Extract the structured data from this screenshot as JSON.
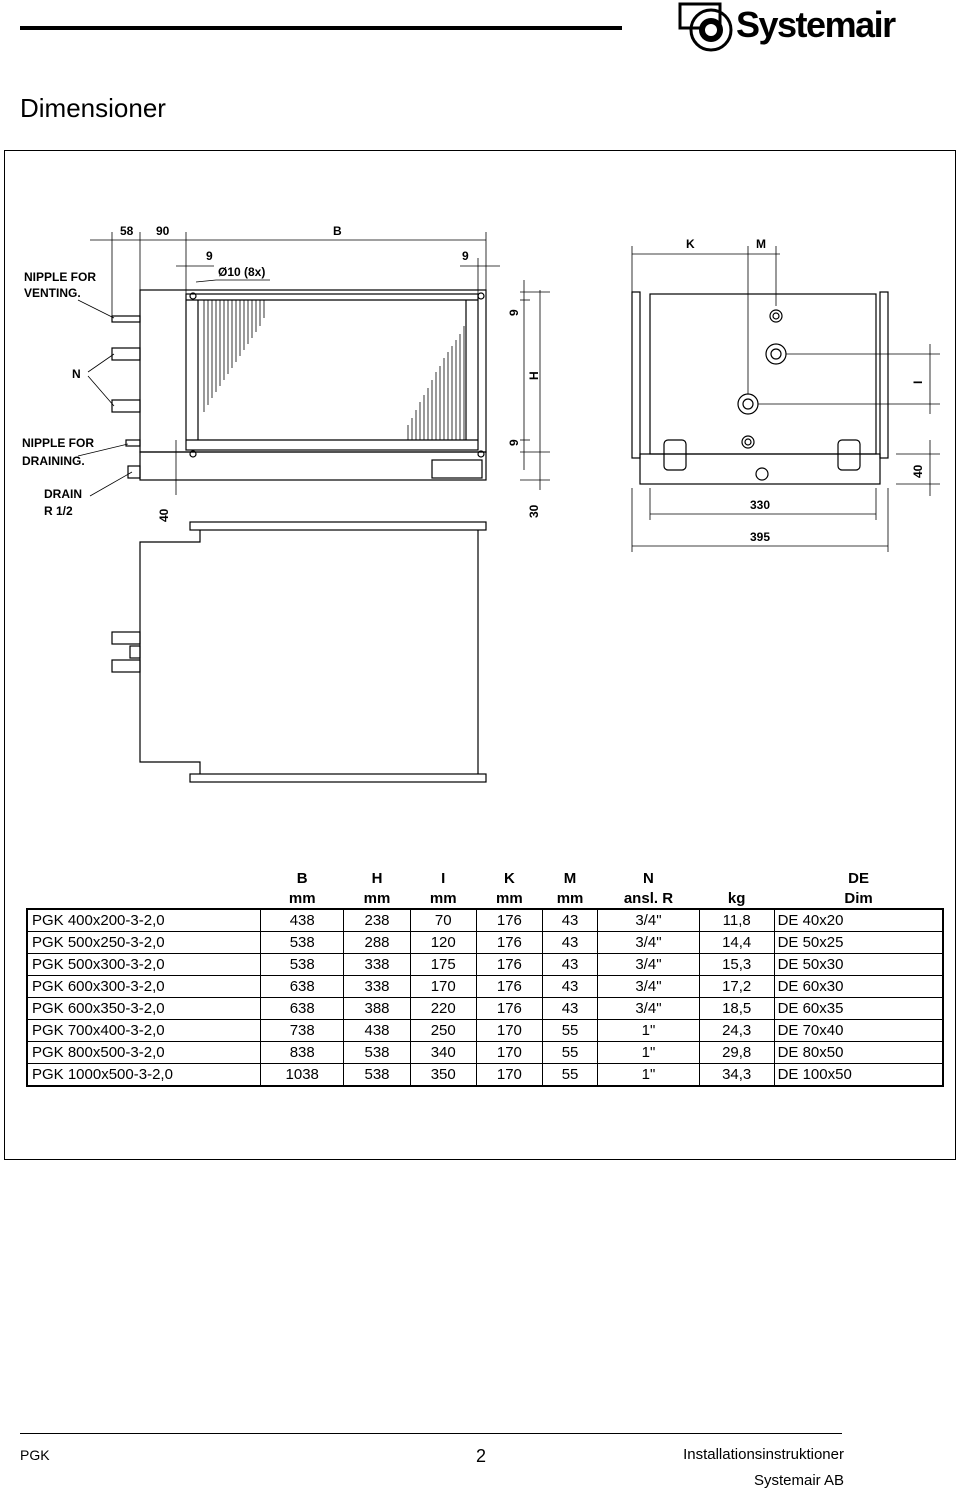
{
  "header": {
    "brand": "Systemair",
    "title": "Dimensioner"
  },
  "drawing": {
    "labels": {
      "nipple_venting": "NIPPLE FOR VENTING.",
      "nipple_venting_l1": "NIPPLE FOR",
      "nipple_venting_l2": "VENTING.",
      "n": "N",
      "nipple_draining_l1": "NIPPLE FOR",
      "nipple_draining_l2": "DRAINING.",
      "drain_l1": "DRAIN",
      "drain_l2": "R 1/2",
      "d58": "58",
      "d90": "90",
      "b": "B",
      "d9a": "9",
      "d9b": "9",
      "hole": "Ø10 (8x)",
      "d9v1": "9",
      "h": "H",
      "d9v2": "9",
      "d30": "30",
      "d40": "40",
      "k": "K",
      "m": "M",
      "i": "I",
      "d40r": "40",
      "d330": "330",
      "d395": "395"
    }
  },
  "table": {
    "headers1": [
      "",
      "B",
      "H",
      "I",
      "K",
      "M",
      "N",
      "",
      "DE"
    ],
    "headers2": [
      "",
      "mm",
      "mm",
      "mm",
      "mm",
      "mm",
      "ansl. R",
      "kg",
      "Dim"
    ],
    "rows": [
      [
        "PGK 400x200-3-2,0",
        "438",
        "238",
        "70",
        "176",
        "43",
        "3/4\"",
        "11,8",
        "DE 40x20"
      ],
      [
        "PGK 500x250-3-2,0",
        "538",
        "288",
        "120",
        "176",
        "43",
        "3/4\"",
        "14,4",
        "DE 50x25"
      ],
      [
        "PGK 500x300-3-2,0",
        "538",
        "338",
        "175",
        "176",
        "43",
        "3/4\"",
        "15,3",
        "DE 50x30"
      ],
      [
        "PGK 600x300-3-2,0",
        "638",
        "338",
        "170",
        "176",
        "43",
        "3/4\"",
        "17,2",
        "DE 60x30"
      ],
      [
        "PGK 600x350-3-2,0",
        "638",
        "388",
        "220",
        "176",
        "43",
        "3/4\"",
        "18,5",
        "DE 60x35"
      ],
      [
        "PGK 700x400-3-2,0",
        "738",
        "438",
        "250",
        "170",
        "55",
        "1\"",
        "24,3",
        "DE 70x40"
      ],
      [
        "PGK 800x500-3-2,0",
        "838",
        "538",
        "340",
        "170",
        "55",
        "1\"",
        "29,8",
        "DE 80x50"
      ],
      [
        "PGK 1000x500-3-2,0",
        "1038",
        "538",
        "350",
        "170",
        "55",
        "1\"",
        "34,3",
        "DE 100x50"
      ]
    ]
  },
  "footer": {
    "left": "PGK",
    "page": "2",
    "right1": "Installationsinstruktioner",
    "right2": "Systemair AB"
  }
}
